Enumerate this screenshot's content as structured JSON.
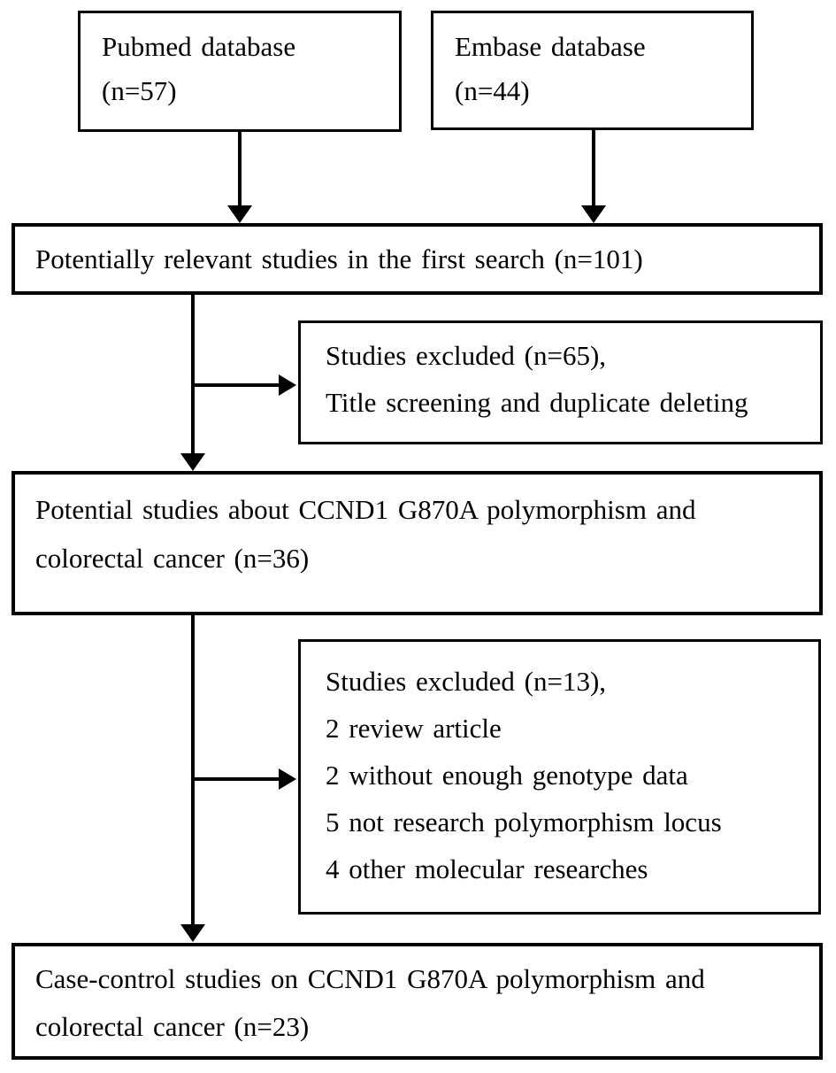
{
  "diagram": {
    "type": "flowchart",
    "subject": "study selection flow",
    "colors": {
      "line": "#000000",
      "text": "#000000",
      "background": "#ffffff"
    },
    "boxes": {
      "pubmed": {
        "lines": [
          "Pubmed database",
          "(n=57)"
        ]
      },
      "embase": {
        "lines": [
          "Embase database",
          "(n=44)"
        ]
      },
      "first_search": {
        "lines": [
          "Potentially relevant studies in the first search (n=101)"
        ]
      },
      "excluded_first": {
        "lines": [
          "Studies excluded (n=65),",
          "Title screening and duplicate deleting"
        ]
      },
      "potential_studies": {
        "lines": [
          "Potential studies about CCND1 G870A polymorphism and",
          "colorectal cancer (n=36)"
        ]
      },
      "excluded_second": {
        "lines": [
          "Studies excluded (n=13),",
          "2 review article",
          "2 without enough genotype data",
          "5 not research polymorphism locus",
          "4 other molecular researches"
        ]
      },
      "final_included": {
        "lines": [
          "Case-control studies on CCND1 G870A polymorphism and",
          "colorectal cancer (n=23)"
        ]
      }
    }
  }
}
